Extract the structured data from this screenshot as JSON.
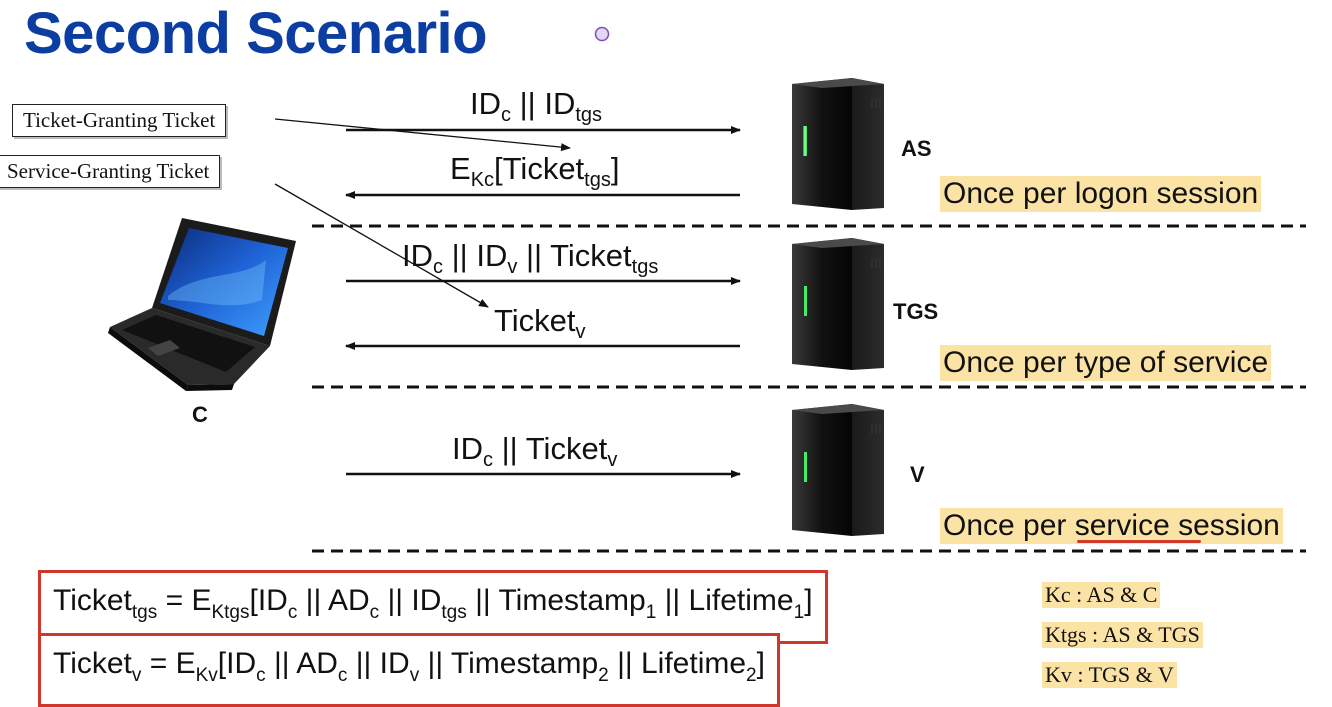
{
  "title": "Second Scenario",
  "callouts": {
    "tgt": "Ticket-Granting Ticket",
    "sgt": "Service-Granting Ticket"
  },
  "messages": {
    "m1": {
      "a": "ID",
      "a_sub": "c",
      "b": " || ID",
      "b_sub": "tgs"
    },
    "m2": {
      "a": "E",
      "a_sub": "Kc",
      "b": "[Ticket",
      "b_sub": "tgs",
      "c": "]"
    },
    "m3": {
      "a": "ID",
      "a_sub": "c",
      "b": " || ID",
      "b_sub": "v",
      "c": " || Ticket",
      "c_sub": "tgs"
    },
    "m4": {
      "a": "Ticket",
      "a_sub": "v"
    },
    "m5": {
      "a": "ID",
      "a_sub": "c",
      "b": " || Ticket",
      "b_sub": "v"
    }
  },
  "client_label": "C",
  "servers": [
    "AS",
    "TGS",
    "V"
  ],
  "frequency": {
    "logon": "Once per logon session",
    "type": "Once per type of service",
    "service": "Once per service session"
  },
  "formulas": {
    "tgs": {
      "t1": "Ticket",
      "s1": "tgs",
      "t2": " = E",
      "s2": "Ktgs",
      "t3": "[ID",
      "s3": "c",
      "t4": " || AD",
      "s4": "c",
      "t5": " || ID",
      "s5": "tgs",
      "t6": " || Timestamp",
      "s6": "1",
      "t7": " || Lifetime",
      "s7": "1",
      "t8": "]"
    },
    "v": {
      "t1": "Ticket",
      "s1": "v",
      "t2": " = E",
      "s2": "Kv",
      "t3": "[ID",
      "s3": "c",
      "t4": " || AD",
      "s4": "c",
      "t5": " || ID",
      "s5": "v",
      "t6": " || Timestamp",
      "s6": "2",
      "t7": " || Lifetime",
      "s7": "2",
      "t8": "]"
    }
  },
  "keys": [
    "Kc : AS & C",
    "Ktgs : AS & TGS",
    "Kv : TGS & V"
  ],
  "colors": {
    "title": "#0b3da2",
    "highlight": "#fbe3a6",
    "formula_border": "#d0362a",
    "underline": "#d23a2a"
  }
}
